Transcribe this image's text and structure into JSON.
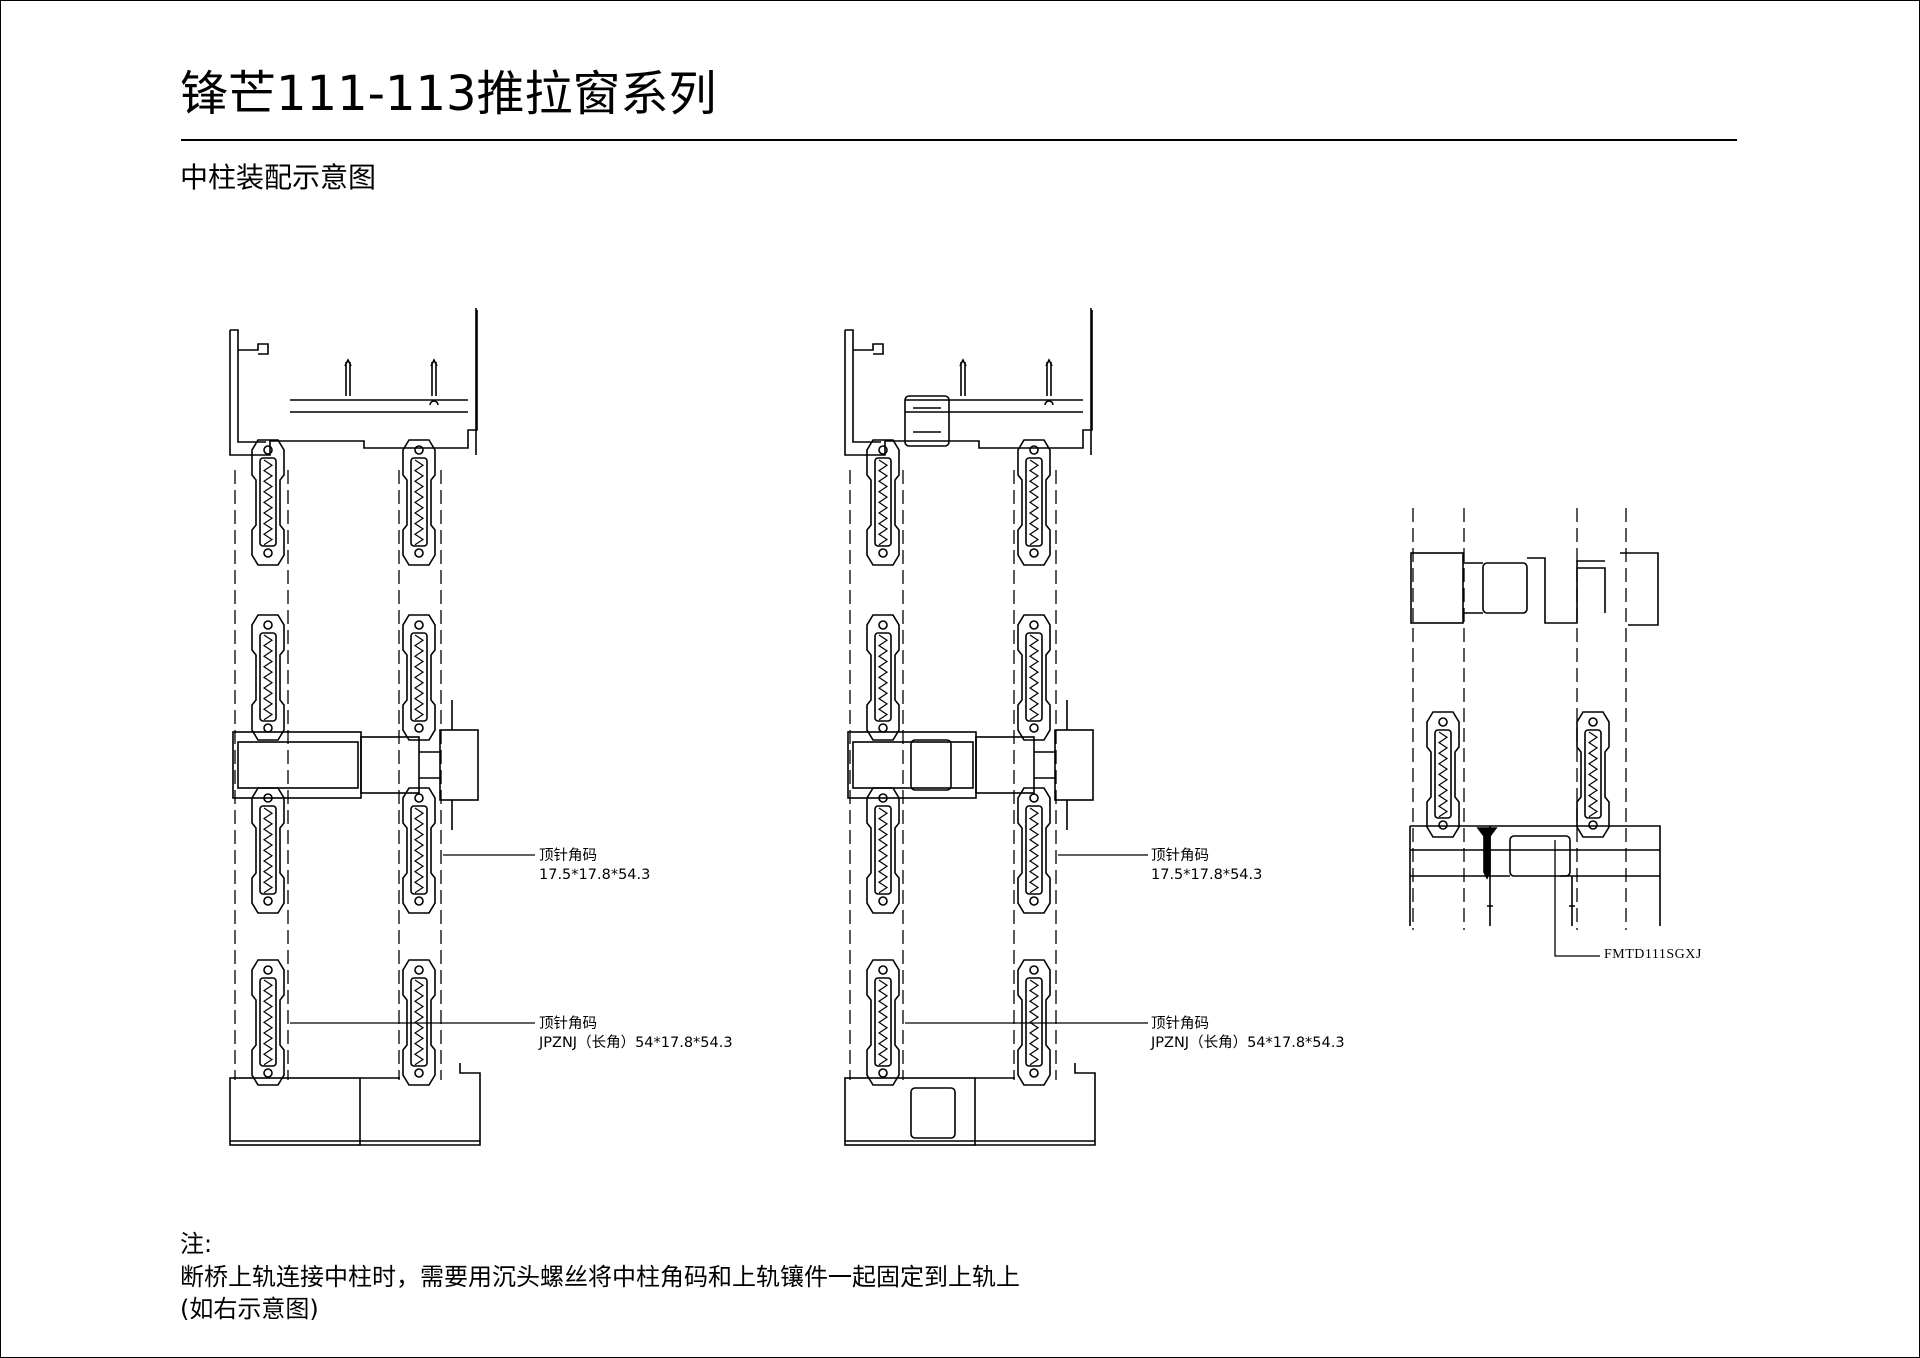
{
  "title": "锋芒111-113推拉窗系列",
  "subtitle": "中柱装配示意图",
  "drawings": [
    {
      "callouts": [
        {
          "name": "顶针角码",
          "spec": "17.5*17.8*54.3"
        },
        {
          "name": "顶针角码",
          "spec": "JPZNJ（长角）54*17.8*54.3"
        }
      ]
    },
    {
      "callouts": [
        {
          "name": "顶针角码",
          "spec": "17.5*17.8*54.3"
        },
        {
          "name": "顶针角码",
          "spec": "JPZNJ（长角）54*17.8*54.3"
        }
      ]
    },
    {
      "callouts": [
        {
          "name": "FMTD111SGXJ"
        }
      ]
    }
  ],
  "notes": {
    "heading": "注:",
    "line1": "断桥上轨连接中柱时，需要用沉头螺丝将中柱角码和上轨镶件一起固定到上轨上",
    "line2": "(如右示意图)"
  }
}
